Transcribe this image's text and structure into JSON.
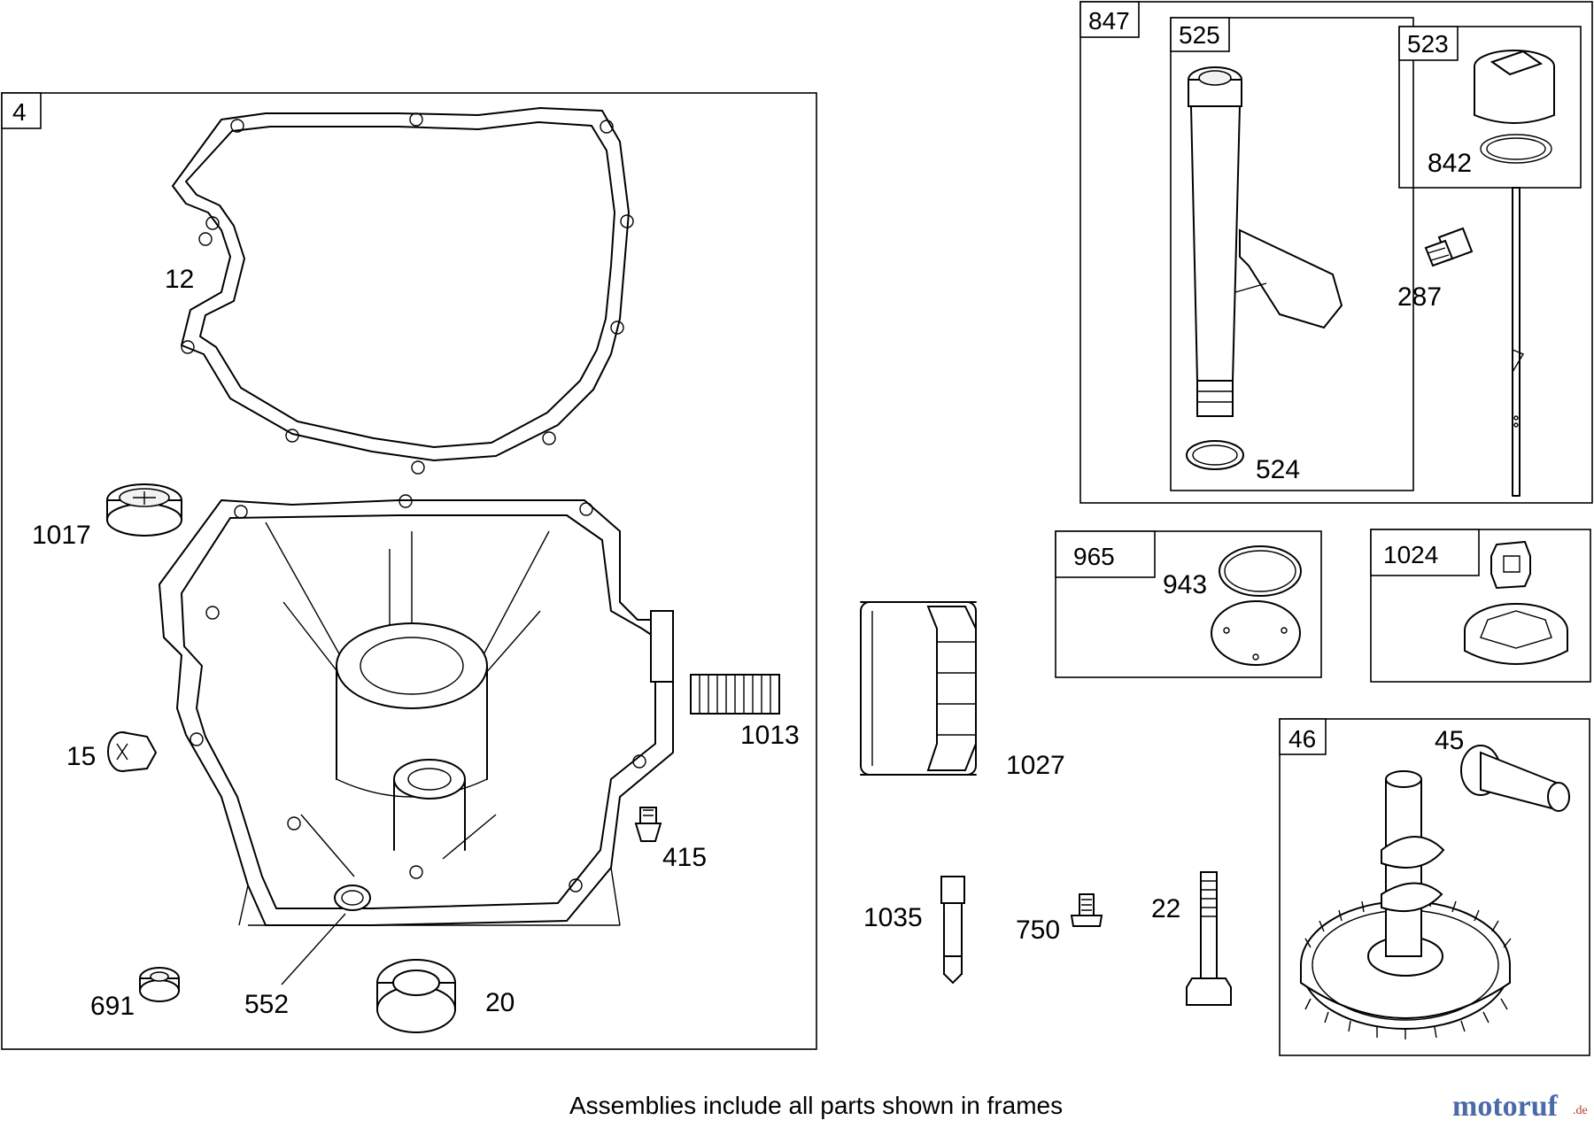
{
  "frames": {
    "f4": "4",
    "f847": "847",
    "f525": "525",
    "f523": "523",
    "f965": "965",
    "f1024": "1024",
    "f46": "46"
  },
  "parts": {
    "p12": "12",
    "p1017": "1017",
    "p15": "15",
    "p691": "691",
    "p552": "552",
    "p20": "20",
    "p415": "415",
    "p1013": "1013",
    "p1027": "1027",
    "p1035": "1035",
    "p750": "750",
    "p22": "22",
    "p524": "524",
    "p842": "842",
    "p287": "287",
    "p943": "943",
    "p45": "45"
  },
  "footer": "Assemblies include all parts shown in frames",
  "watermark": {
    "brand": "motoruf",
    "suffix": ".de"
  }
}
